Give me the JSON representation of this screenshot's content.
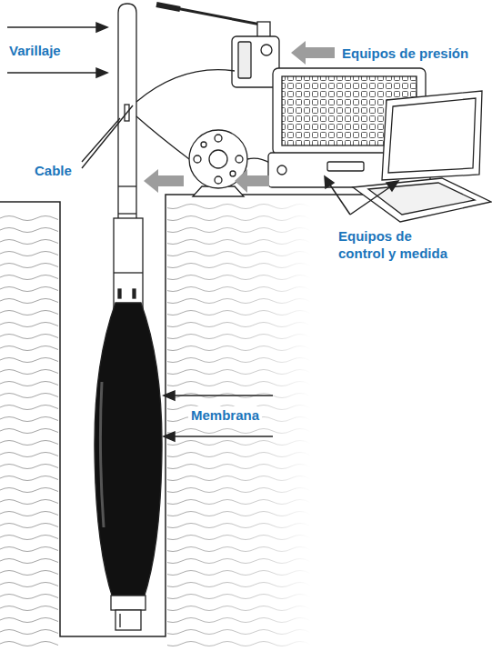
{
  "diagram": {
    "labels": [
      "Equipos de presión",
      "Varillaje",
      "Cable",
      "Equipos de control y medida",
      "Membrana"
    ]
  }
}
